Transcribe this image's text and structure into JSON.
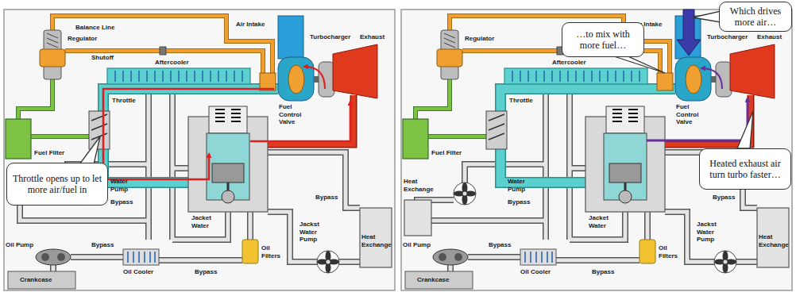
{
  "diagram": {
    "nodes": [
      {
        "text": [
          "Throttle opens up to let more air/fuel in"
        ]
      },
      {
        "text": [
          "…to mix with more fuel…"
        ]
      },
      {
        "text": [
          "Which drives more air…"
        ]
      },
      {
        "text": [
          "Heated exhaust air turn turbo faster…"
        ]
      }
    ],
    "labels": [
      "Balance Line",
      "Regulator",
      "Shutoff",
      "Air Intake",
      "Turbocharger",
      "Exhaust",
      "Aftercooler",
      "Fuel Control Valve",
      "Fuel Filter",
      "Throttle",
      "Water Pump",
      "Bypass",
      "Jacket Water",
      "Bypass",
      "Jackst Water Pump",
      "Heat Exchange",
      "Oil Pump",
      "Bypass",
      "Oil Filters",
      "Oil Cooler",
      "Bypass",
      "Crankcase",
      "Air Intake",
      "Turbocharger",
      "Exhaust",
      "Regulator",
      "Aftercooler",
      "Fuel Control Valve",
      "Fuel Filter",
      "Throttle",
      "Water Pump",
      "Heat Exchange",
      "Bypass",
      "Jacket Water",
      "Bypass",
      "Jackst Water Pump",
      "Heat Exchange",
      "Oil Pump",
      "Bypass",
      "Oil Filters",
      "Oil Cooler",
      "Bypass",
      "Crankcase"
    ]
  }
}
